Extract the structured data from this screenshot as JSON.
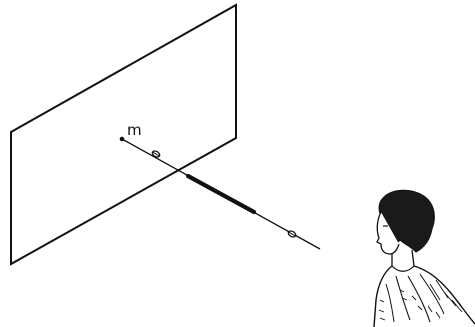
{
  "diagram": {
    "point_label": "m",
    "elements": [
      "projection-plane",
      "point-m",
      "projection-ray",
      "thick-segment",
      "ray-marker-near",
      "ray-marker-far",
      "observer-figure"
    ]
  }
}
